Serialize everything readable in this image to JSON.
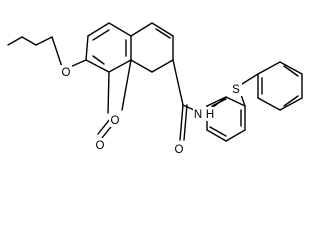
{
  "molecule": {
    "atom_labels": {
      "ether_oxygen": "O",
      "ring_oxygen": "O",
      "carbonyl_oxygen_lactone": "O",
      "carbonyl_oxygen_amide": "O",
      "amide_nitrogen": "N",
      "amide_hydrogen": "H",
      "sulfur": "S"
    }
  }
}
